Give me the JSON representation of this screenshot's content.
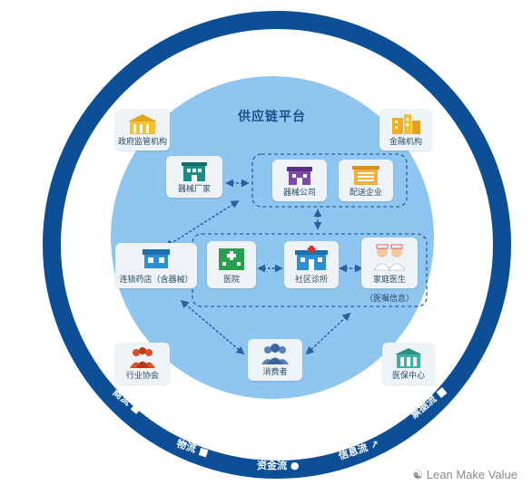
{
  "platform_title": "供应链平台",
  "nodes": {
    "gov": "政府监管机构",
    "finance": "金融机构",
    "manufacturer": "器械厂家",
    "device_company": "器械公司",
    "distribution": "配送企业",
    "chain_store": "连锁药店（含器械）",
    "hospital": "医院",
    "clinic": "社区诊所",
    "family_doctor": "家庭医生",
    "medical_advice": "（医嘱信息）",
    "consumer": "消费者",
    "industry_assoc": "行业协会",
    "insurance": "医保中心"
  },
  "flows": {
    "commerce": "商流",
    "logistics": "物流",
    "capital": "资金流",
    "information": "信息流",
    "invoice": "票据流"
  },
  "watermark": "Lean Make Value",
  "colors": {
    "outer_ring": "#0d4f96",
    "inner_circle": "#8fc6ef",
    "arrow": "#2a5fa0"
  }
}
